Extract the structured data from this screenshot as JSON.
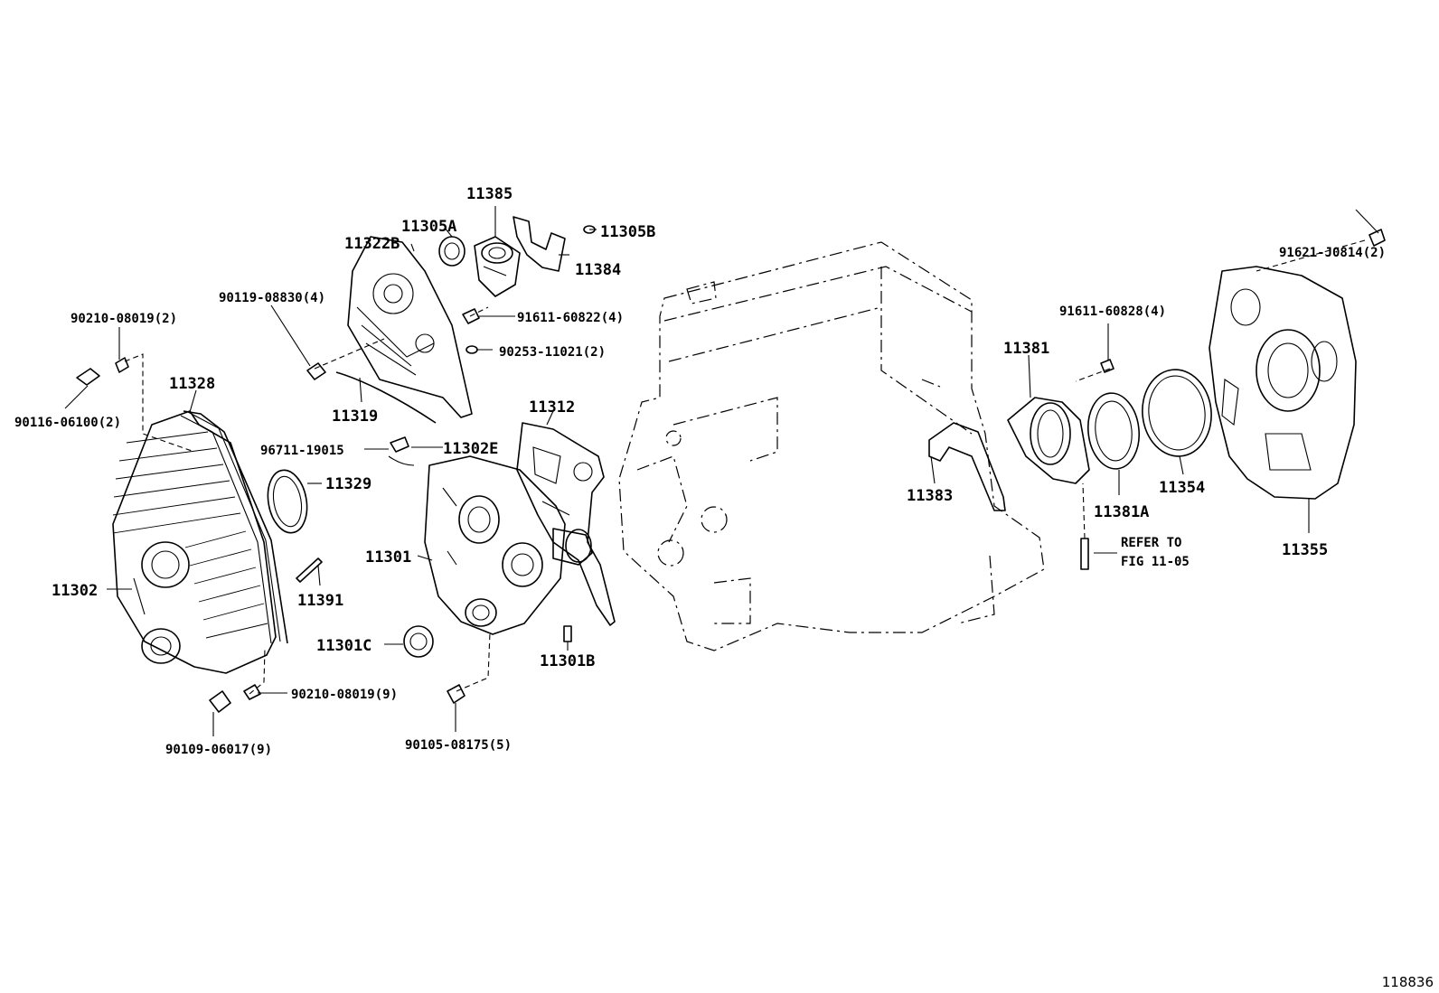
{
  "figure_id": "118836",
  "labels": {
    "p11385": "11385",
    "p11305A": "11305A",
    "p11305B": "11305B",
    "p11322B": "11322B",
    "p11384": "11384",
    "p90119": "90119-08830(4)",
    "p91611_60822": "91611-60822(4)",
    "p90253": "90253-11021(2)",
    "p90210_top": "90210-08019(2)",
    "p90116": "90116-06100(2)",
    "p11328": "11328",
    "p11319": "11319",
    "p11312": "11312",
    "p96711": "96711-19015",
    "p11302E": "11302E",
    "p11329": "11329",
    "p11301": "11301",
    "p11302": "11302",
    "p11391": "11391",
    "p11301C": "11301C",
    "p11301B": "11301B",
    "p90210_bottom": "90210-08019(9)",
    "p90109": "90109-06017(9)",
    "p90105": "90105-08175(5)",
    "p91621": "91621-J0814(2)",
    "p91611_60828": "91611-60828(4)",
    "p11381": "11381",
    "p11383": "11383",
    "p11381A": "11381A",
    "p11354": "11354",
    "p11355": "11355",
    "refer_line1": "REFER TO",
    "refer_line2": "FIG 11-05"
  }
}
